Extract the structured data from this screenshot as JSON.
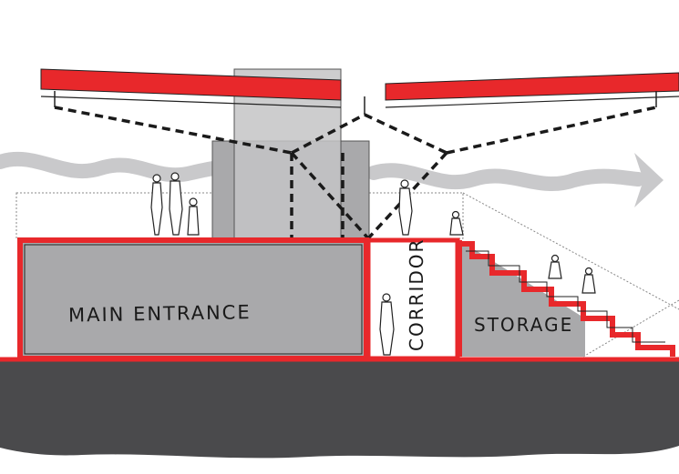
{
  "labels": {
    "main_entrance": "MAIN ENTRANCE",
    "corridor": "CORRIDOR",
    "storage": "STORAGE"
  },
  "colors": {
    "accent_red": "#e8282b",
    "ground": "#4a4a4c",
    "room_fill": "#a9a9ab",
    "tower_fill": "#c4c4c6",
    "wind_arrow": "#c9c9cb",
    "outline": "#222222"
  },
  "icons": [
    "wind-arrow",
    "person-figure",
    "dashed-structure-lines"
  ]
}
